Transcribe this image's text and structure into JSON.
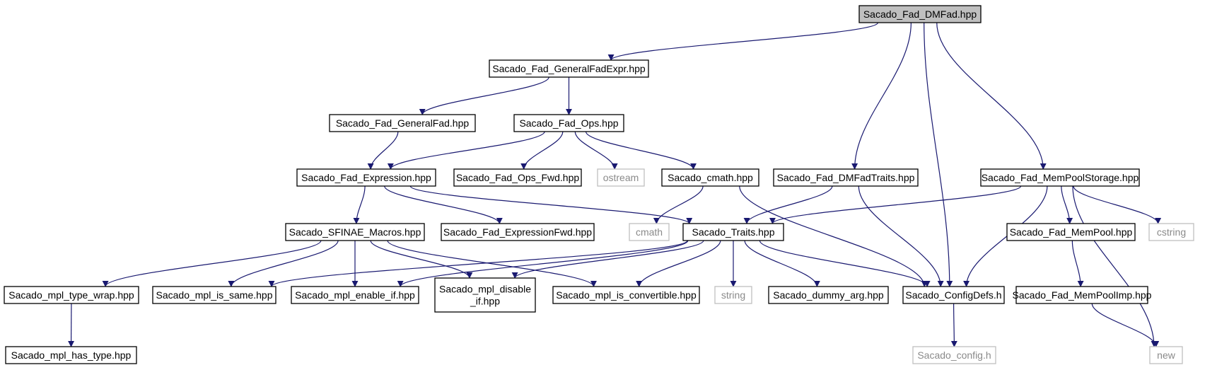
{
  "graph": {
    "nodes": [
      {
        "id": "n0",
        "label": [
          "Sacado_Fad_DMFad.hpp"
        ],
        "kind": "root"
      },
      {
        "id": "n1",
        "label": [
          "Sacado_Fad_GeneralFadExpr.hpp"
        ],
        "kind": "file"
      },
      {
        "id": "n2",
        "label": [
          "Sacado_Fad_GeneralFad.hpp"
        ],
        "kind": "file"
      },
      {
        "id": "n3",
        "label": [
          "Sacado_Fad_Ops.hpp"
        ],
        "kind": "file"
      },
      {
        "id": "n4",
        "label": [
          "Sacado_Fad_Expression.hpp"
        ],
        "kind": "file"
      },
      {
        "id": "n5",
        "label": [
          "Sacado_Fad_Ops_Fwd.hpp"
        ],
        "kind": "file"
      },
      {
        "id": "n6",
        "label": [
          "ostream"
        ],
        "kind": "system"
      },
      {
        "id": "n7",
        "label": [
          "Sacado_cmath.hpp"
        ],
        "kind": "file"
      },
      {
        "id": "n8",
        "label": [
          "Sacado_Fad_DMFadTraits.hpp"
        ],
        "kind": "file"
      },
      {
        "id": "n9",
        "label": [
          "Sacado_Fad_MemPoolStorage.hpp"
        ],
        "kind": "file"
      },
      {
        "id": "n10",
        "label": [
          "Sacado_SFINAE_Macros.hpp"
        ],
        "kind": "file"
      },
      {
        "id": "n11",
        "label": [
          "Sacado_Fad_ExpressionFwd.hpp"
        ],
        "kind": "file"
      },
      {
        "id": "n12",
        "label": [
          "cmath"
        ],
        "kind": "system"
      },
      {
        "id": "n13",
        "label": [
          "Sacado_Traits.hpp"
        ],
        "kind": "file"
      },
      {
        "id": "n14",
        "label": [
          "Sacado_Fad_MemPool.hpp"
        ],
        "kind": "file"
      },
      {
        "id": "n15",
        "label": [
          "cstring"
        ],
        "kind": "system"
      },
      {
        "id": "n16",
        "label": [
          "Sacado_mpl_type_wrap.hpp"
        ],
        "kind": "file"
      },
      {
        "id": "n17",
        "label": [
          "Sacado_mpl_is_same.hpp"
        ],
        "kind": "file"
      },
      {
        "id": "n18",
        "label": [
          "Sacado_mpl_enable_if.hpp"
        ],
        "kind": "file"
      },
      {
        "id": "n19",
        "label": [
          "Sacado_mpl_disable",
          "_if.hpp"
        ],
        "kind": "file"
      },
      {
        "id": "n20",
        "label": [
          "Sacado_mpl_is_convertible.hpp"
        ],
        "kind": "file"
      },
      {
        "id": "n21",
        "label": [
          "string"
        ],
        "kind": "system"
      },
      {
        "id": "n22",
        "label": [
          "Sacado_dummy_arg.hpp"
        ],
        "kind": "file"
      },
      {
        "id": "n23",
        "label": [
          "Sacado_ConfigDefs.h"
        ],
        "kind": "file"
      },
      {
        "id": "n24",
        "label": [
          "Sacado_Fad_MemPoolImp.hpp"
        ],
        "kind": "file"
      },
      {
        "id": "n25",
        "label": [
          "Sacado_mpl_has_type.hpp"
        ],
        "kind": "file"
      },
      {
        "id": "n26",
        "label": [
          "Sacado_config.h"
        ],
        "kind": "system"
      },
      {
        "id": "n27",
        "label": [
          "new"
        ],
        "kind": "system"
      }
    ],
    "edges": [
      [
        "n0",
        "n1"
      ],
      [
        "n0",
        "n8"
      ],
      [
        "n0",
        "n23"
      ],
      [
        "n0",
        "n9"
      ],
      [
        "n1",
        "n2"
      ],
      [
        "n1",
        "n3"
      ],
      [
        "n2",
        "n4"
      ],
      [
        "n3",
        "n4"
      ],
      [
        "n3",
        "n5"
      ],
      [
        "n3",
        "n6"
      ],
      [
        "n3",
        "n7"
      ],
      [
        "n4",
        "n10"
      ],
      [
        "n4",
        "n11"
      ],
      [
        "n4",
        "n13"
      ],
      [
        "n7",
        "n12"
      ],
      [
        "n7",
        "n23"
      ],
      [
        "n8",
        "n13"
      ],
      [
        "n8",
        "n23"
      ],
      [
        "n9",
        "n13"
      ],
      [
        "n9",
        "n23"
      ],
      [
        "n9",
        "n14"
      ],
      [
        "n9",
        "n15"
      ],
      [
        "n9",
        "n27"
      ],
      [
        "n10",
        "n16"
      ],
      [
        "n10",
        "n17"
      ],
      [
        "n10",
        "n18"
      ],
      [
        "n10",
        "n19"
      ],
      [
        "n10",
        "n20"
      ],
      [
        "n13",
        "n17"
      ],
      [
        "n13",
        "n18"
      ],
      [
        "n13",
        "n19"
      ],
      [
        "n13",
        "n20"
      ],
      [
        "n13",
        "n21"
      ],
      [
        "n13",
        "n22"
      ],
      [
        "n13",
        "n23"
      ],
      [
        "n14",
        "n24"
      ],
      [
        "n16",
        "n25"
      ],
      [
        "n23",
        "n26"
      ],
      [
        "n24",
        "n27"
      ]
    ],
    "colors": {
      "edge": "#191970",
      "node_border": "#000000",
      "system_border": "#bfbfbf",
      "system_text": "#8a8a8a",
      "root_fill": "#bfbfbf"
    }
  }
}
